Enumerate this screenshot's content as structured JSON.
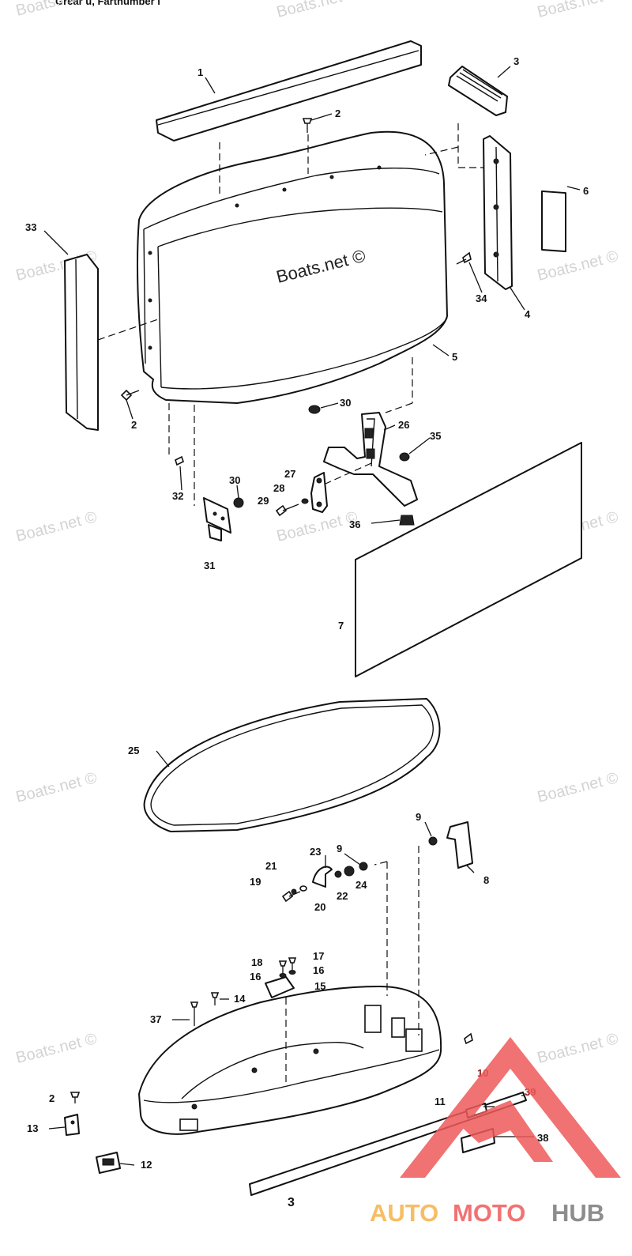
{
  "header_fragment": "Grear u, Fartnumber i",
  "watermark": "Boats.net ©",
  "main_watermark": "Boats.net ©",
  "callouts": {
    "c1": "1",
    "c2a": "2",
    "c2b": "2",
    "c2c": "2",
    "c3a": "3",
    "c3b": "3",
    "c4": "4",
    "c5": "5",
    "c6": "6",
    "c7": "7",
    "c8": "8",
    "c9a": "9",
    "c9b": "9",
    "c10": "10",
    "c11": "11",
    "c12": "12",
    "c13": "13",
    "c14": "14",
    "c15": "15",
    "c16a": "16",
    "c16b": "16",
    "c17": "17",
    "c18": "18",
    "c19": "19",
    "c20": "20",
    "c21": "21",
    "c22": "22",
    "c23": "23",
    "c24": "24",
    "c25": "25",
    "c26": "26",
    "c27": "27",
    "c28": "28",
    "c29": "29",
    "c30a": "30",
    "c30b": "30",
    "c31": "31",
    "c32": "32",
    "c33": "33",
    "c34": "34",
    "c35": "35",
    "c36": "36",
    "c37": "37",
    "c38": "38",
    "c39": "39"
  },
  "logo": {
    "auto": "AUTO",
    "moto": "MOTO",
    "hub": "HUB"
  },
  "colors": {
    "line": "#111111",
    "watermark": "#d3d3d3",
    "logo_red": "#ef5a5a",
    "logo_orange": "#f6b24a",
    "logo_grey": "#7a7a7a"
  }
}
